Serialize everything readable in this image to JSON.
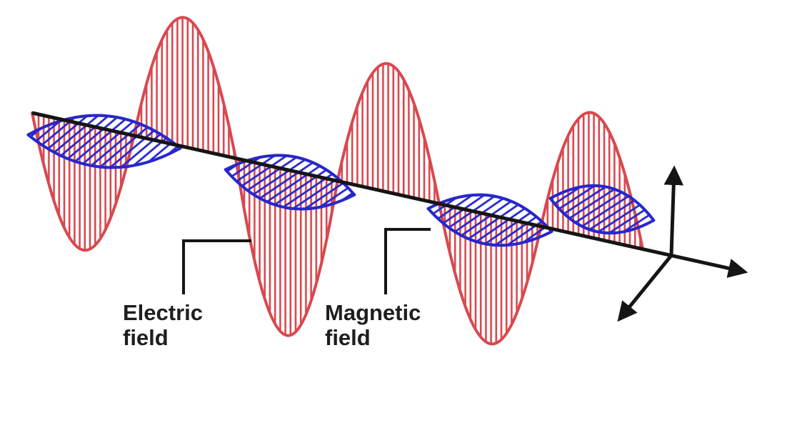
{
  "diagram": {
    "labels": {
      "electric_field": {
        "line1": "Electric",
        "line2": "field"
      },
      "magnetic_field": {
        "line1": "Magnetic",
        "line2": "field"
      }
    },
    "colors": {
      "electric_wave": "#d9484e",
      "magnetic_wave": "#2727cc",
      "axis": "#151515",
      "text": "#1e1e1e",
      "background": "#ffffff"
    }
  }
}
